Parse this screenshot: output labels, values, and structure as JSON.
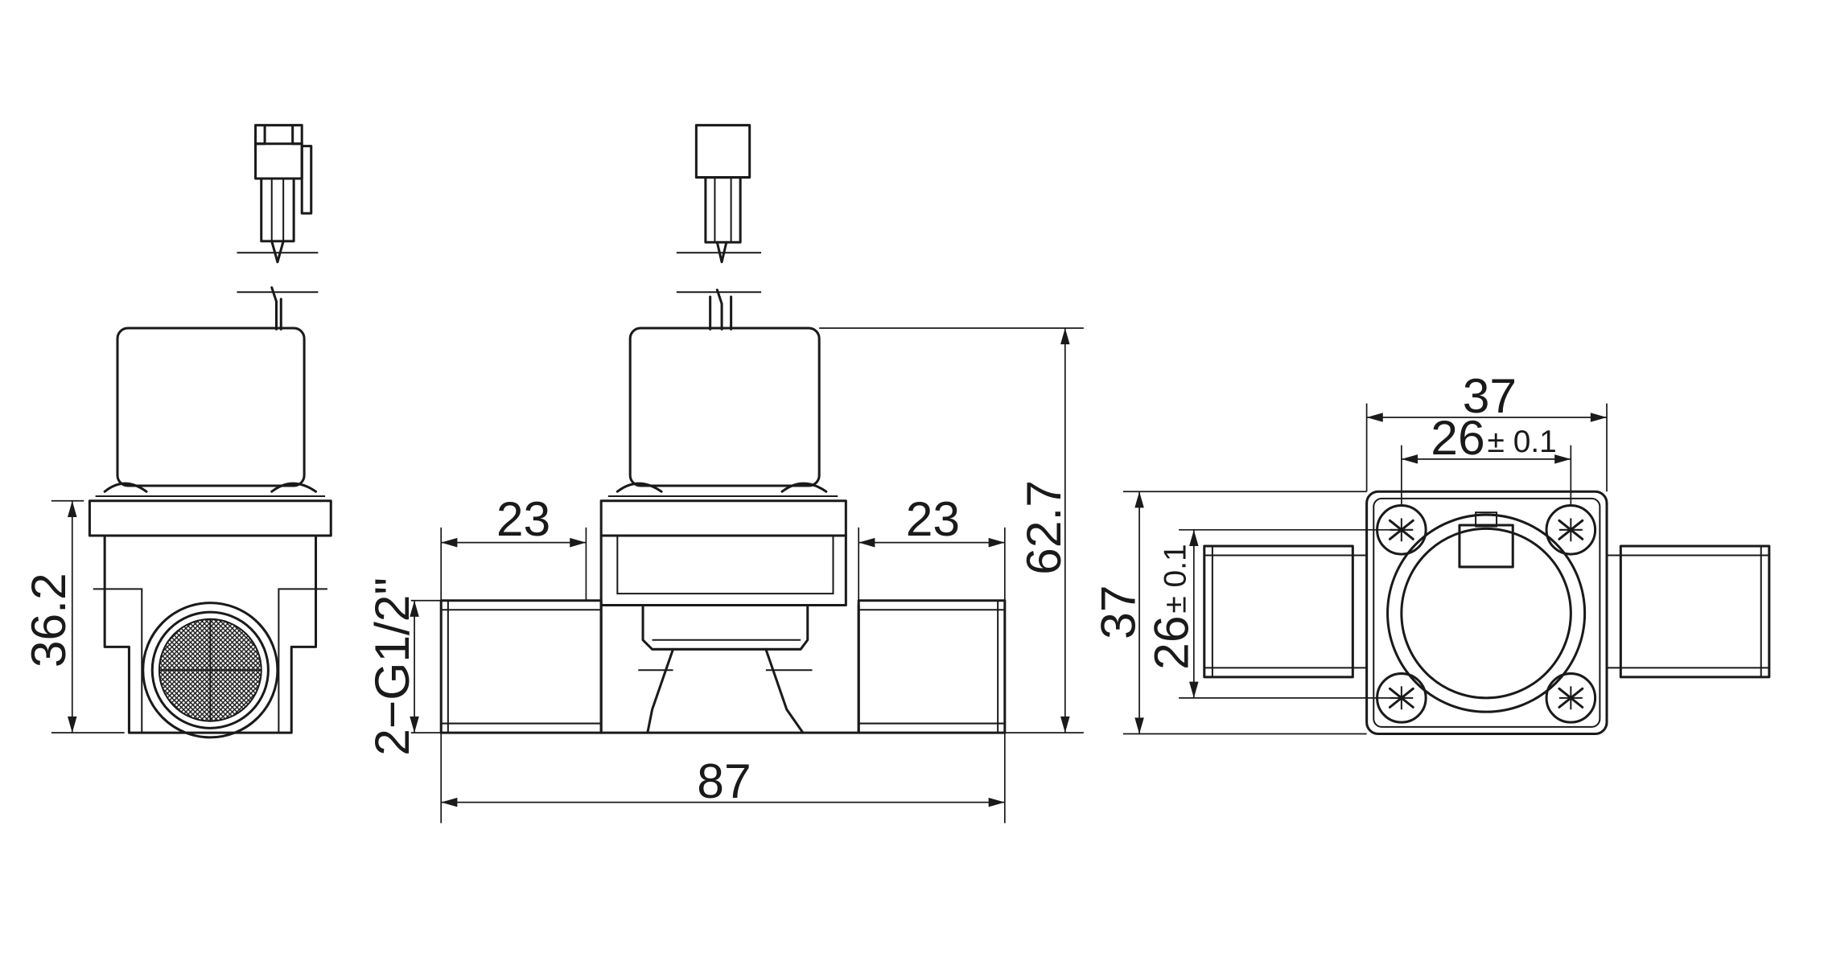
{
  "diagram": {
    "side_view": {
      "height_dim": "36.2"
    },
    "front_view": {
      "port_left_dim": "23",
      "port_right_dim": "23",
      "thread_label": "2−G1/2\"",
      "overall_length_dim": "87",
      "overall_height_dim": "62.7"
    },
    "top_view": {
      "flange_width_dim": "37",
      "hole_spacing_x_dim": "26",
      "hole_spacing_x_tol": "± 0.1",
      "flange_height_dim": "37",
      "hole_spacing_y_dim": "26",
      "hole_spacing_y_tol": "± 0.1"
    }
  }
}
